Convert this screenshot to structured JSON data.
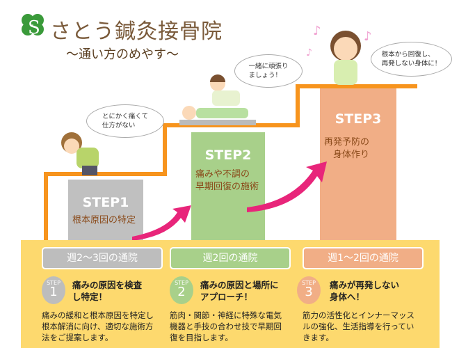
{
  "header": {
    "clinic_name": "さとう鍼灸接骨院",
    "subtitle": "～通い方のめやす～"
  },
  "bubbles": {
    "patient1": "とにかく痛くて\n仕方がない",
    "therapist": "一緒に頑張り\nましょう！",
    "patient3": "根本から回復し、\n再発しない身体に！"
  },
  "steps": [
    {
      "title": "STEP1",
      "desc": "根本原因の特定",
      "frequency": "週2～3回の通院",
      "badge_label": "STEP",
      "badge_num": "1",
      "headline": "痛みの原因を検査\nし特定！",
      "body": "痛みの緩和と根本原因を特定し\n根本解消に向け、適切な施術方\n法をご提案します。",
      "color": "#c0c0c0"
    },
    {
      "title": "STEP2",
      "desc": "痛みや不調の\n早期回復の施術",
      "frequency": "週2回の通院",
      "badge_label": "STEP",
      "badge_num": "2",
      "headline": "痛みの原因と場所に\nアプローチ！",
      "body": "筋肉・関節・神経に特殊な電気\n機器と手技の合わせ技で早期回\n復を目指します。",
      "color": "#a8d08a"
    },
    {
      "title": "STEP3",
      "desc": "再発予防の\n　身体作り",
      "frequency": "週1～2回の通院",
      "badge_label": "STEP",
      "badge_num": "3",
      "headline": "痛みが再発しない\n身体へ！",
      "body": "筋力の活性化とインナーマッス\nルの強化、生活指導を行ってい\nきます。",
      "color": "#f1ae86"
    }
  ],
  "colors": {
    "stair": "#f7941d",
    "panel": "#fdd96e",
    "arrow": "#e8257a"
  }
}
